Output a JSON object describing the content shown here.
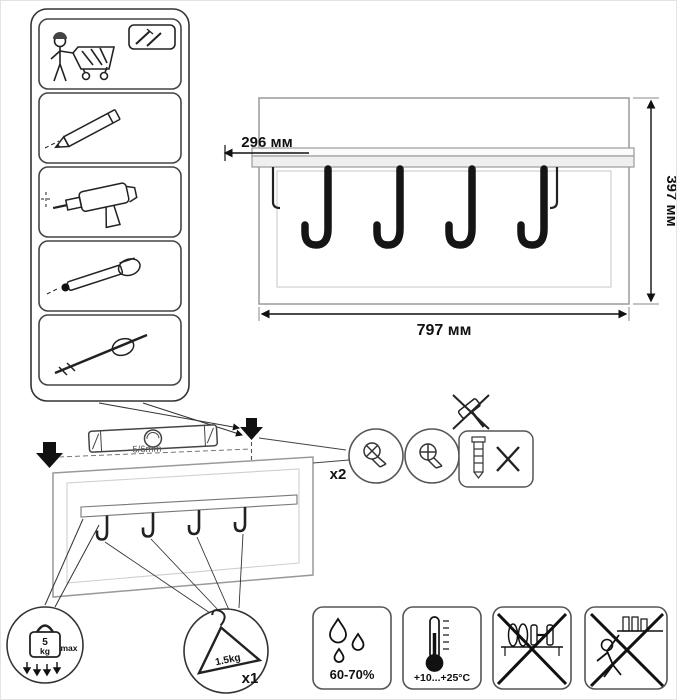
{
  "product": {
    "depth_label": "296 мм",
    "height_label": "397 мм",
    "width_label": "797 мм"
  },
  "assembly": {
    "drill_size_label": "5/6mm",
    "anchors_count_label": "x2"
  },
  "load": {
    "max_weight_value": "5",
    "max_weight_unit": "kg",
    "max_text": "max",
    "hanger_load_label": "1.5kg",
    "hanger_count_label": "x1"
  },
  "environment": {
    "humidity_label": "60-70%",
    "temperature_label": "+10...+25°C"
  },
  "colors": {
    "ink": "#111111",
    "panel_stroke": "#999999",
    "hook_black": "#151515"
  },
  "icons": {
    "tools": [
      "person-cart-icon",
      "pencil-icon",
      "drill-icon",
      "dowel-insert-icon",
      "mount-rod-icon"
    ],
    "assembly": [
      "spirit-level-icon",
      "wall-anchor-icon",
      "no-hammer-icon",
      "wall-plug-icon",
      "cross-mark-icon",
      "mount-arrow-icon"
    ],
    "limits": [
      "weight-icon",
      "hanger-icon",
      "load-arrows-icon"
    ],
    "conditions": [
      "humidity-icon",
      "thermometer-icon",
      "no-heavy-load-icon",
      "no-climbing-icon"
    ]
  }
}
